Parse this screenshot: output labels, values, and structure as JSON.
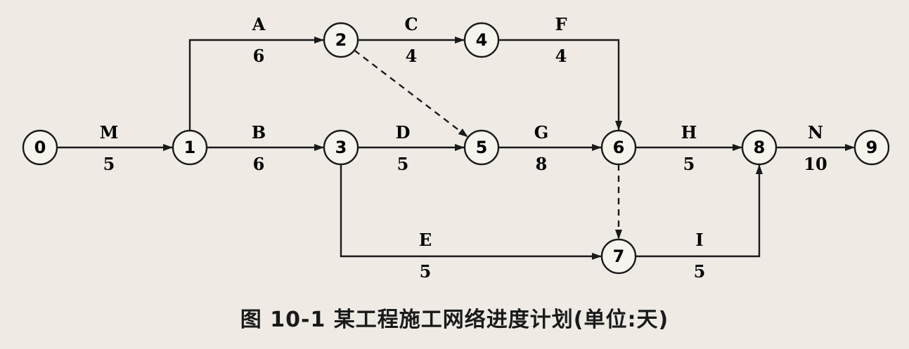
{
  "diagram": {
    "nodes": [
      "0",
      "1",
      "2",
      "3",
      "4",
      "5",
      "6",
      "7",
      "8",
      "9"
    ],
    "activities": [
      {
        "from": "0",
        "to": "1",
        "name": "M",
        "duration": "5"
      },
      {
        "from": "1",
        "to": "2",
        "name": "A",
        "duration": "6"
      },
      {
        "from": "1",
        "to": "3",
        "name": "B",
        "duration": "6"
      },
      {
        "from": "2",
        "to": "4",
        "name": "C",
        "duration": "4"
      },
      {
        "from": "3",
        "to": "5",
        "name": "D",
        "duration": "5"
      },
      {
        "from": "3",
        "to": "7",
        "name": "E",
        "duration": "5"
      },
      {
        "from": "4",
        "to": "6",
        "name": "F",
        "duration": "4"
      },
      {
        "from": "5",
        "to": "6",
        "name": "G",
        "duration": "8"
      },
      {
        "from": "6",
        "to": "8",
        "name": "H",
        "duration": "5"
      },
      {
        "from": "7",
        "to": "8",
        "name": "I",
        "duration": "5"
      },
      {
        "from": "8",
        "to": "9",
        "name": "N",
        "duration": "10"
      }
    ],
    "dummies": [
      {
        "from": "2",
        "to": "5"
      },
      {
        "from": "6",
        "to": "7"
      }
    ]
  },
  "caption": "图 10-1   某工程施工网络进度计划(单位:天)",
  "colors": {
    "ink": "#1a1a1a",
    "paper": "#efebe4"
  }
}
